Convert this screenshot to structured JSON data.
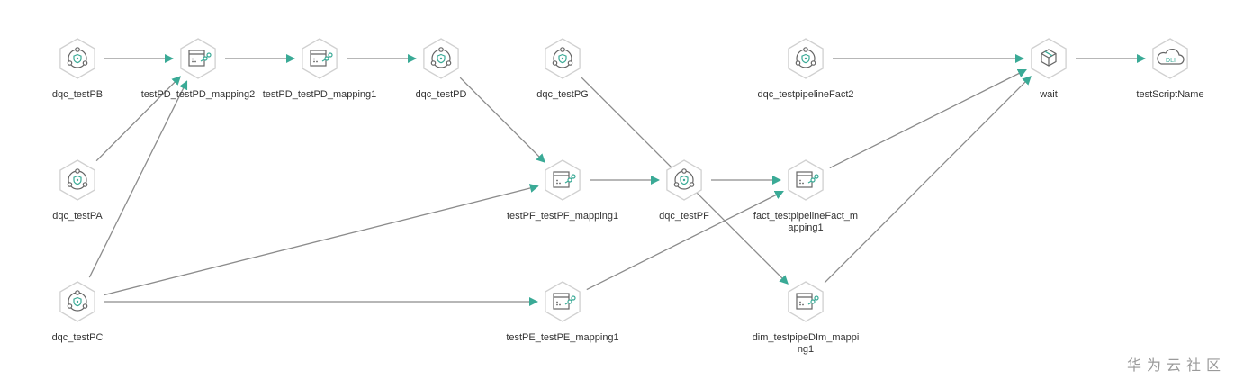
{
  "nodes": [
    {
      "id": "dqc_testPB",
      "label": "dqc_testPB",
      "icon": "dqc-icon"
    },
    {
      "id": "testPD_testPD_mapping2",
      "label": "testPD_testPD_mapping2",
      "icon": "mapping-icon"
    },
    {
      "id": "testPD_testPD_mapping1",
      "label": "testPD_testPD_mapping1",
      "icon": "mapping-icon"
    },
    {
      "id": "dqc_testPD",
      "label": "dqc_testPD",
      "icon": "dqc-icon"
    },
    {
      "id": "dqc_testPG",
      "label": "dqc_testPG",
      "icon": "dqc-icon"
    },
    {
      "id": "dqc_testpipelineFact2",
      "label": "dqc_testpipelineFact2",
      "icon": "dqc-icon"
    },
    {
      "id": "wait",
      "label": "wait",
      "icon": "cube-icon"
    },
    {
      "id": "testScriptName",
      "label": "testScriptName",
      "icon": "dli-cloud-icon"
    },
    {
      "id": "dqc_testPA",
      "label": "dqc_testPA",
      "icon": "dqc-icon"
    },
    {
      "id": "testPF_testPF_mapping1",
      "label": "testPF_testPF_mapping1",
      "icon": "mapping-icon"
    },
    {
      "id": "dqc_testPF",
      "label": "dqc_testPF",
      "icon": "dqc-icon"
    },
    {
      "id": "fact_testpipelineFact_mapping1",
      "label": "fact_testpipelineFact_mapping1",
      "icon": "mapping-icon"
    },
    {
      "id": "dqc_testPC",
      "label": "dqc_testPC",
      "icon": "dqc-icon"
    },
    {
      "id": "testPE_testPE_mapping1",
      "label": "testPE_testPE_mapping1",
      "icon": "mapping-icon"
    },
    {
      "id": "dim_testpipeDIm_mapping1",
      "label": "dim_testpipeDIm_mapping1",
      "icon": "mapping-icon"
    }
  ],
  "edges": [
    [
      "dqc_testPB",
      "testPD_testPD_mapping2"
    ],
    [
      "testPD_testPD_mapping2",
      "testPD_testPD_mapping1"
    ],
    [
      "testPD_testPD_mapping1",
      "dqc_testPD"
    ],
    [
      "dqc_testPA",
      "testPD_testPD_mapping2"
    ],
    [
      "dqc_testPC",
      "testPD_testPD_mapping2"
    ],
    [
      "dqc_testPD",
      "testPF_testPF_mapping1"
    ],
    [
      "dqc_testPC",
      "testPF_testPF_mapping1"
    ],
    [
      "dqc_testPC",
      "testPE_testPE_mapping1"
    ],
    [
      "testPF_testPF_mapping1",
      "dqc_testPF"
    ],
    [
      "dqc_testPF",
      "fact_testpipelineFact_mapping1"
    ],
    [
      "testPE_testPE_mapping1",
      "fact_testpipelineFact_mapping1"
    ],
    [
      "dqc_testPG",
      "dim_testpipeDIm_mapping1"
    ],
    [
      "dqc_testpipelineFact2",
      "wait"
    ],
    [
      "fact_testpipelineFact_mapping1",
      "wait"
    ],
    [
      "dim_testpipeDIm_mapping1",
      "wait"
    ],
    [
      "wait",
      "testScriptName"
    ]
  ],
  "colors": {
    "edge": "#8c8c8c",
    "arrow": "#3aaa96",
    "hex_stroke": "#d0d0d0",
    "icon_gray": "#666666",
    "icon_accent": "#3aaa96"
  },
  "watermark": "华为云社区"
}
